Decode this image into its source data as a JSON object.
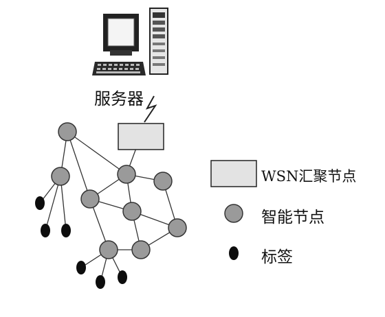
{
  "server_label": "服务器",
  "legend": {
    "sink": "WSN汇聚节点",
    "smart": "智能节点",
    "tag": "标签"
  },
  "colors": {
    "sink_fill": "#e3e3e3",
    "node_fill": "#9a9a9a",
    "tag_fill": "#0d0d0d",
    "line": "#333333"
  },
  "icons": [
    "computer-monitor-icon",
    "keyboard-icon",
    "server-tower-icon",
    "wireless-link-icon"
  ]
}
